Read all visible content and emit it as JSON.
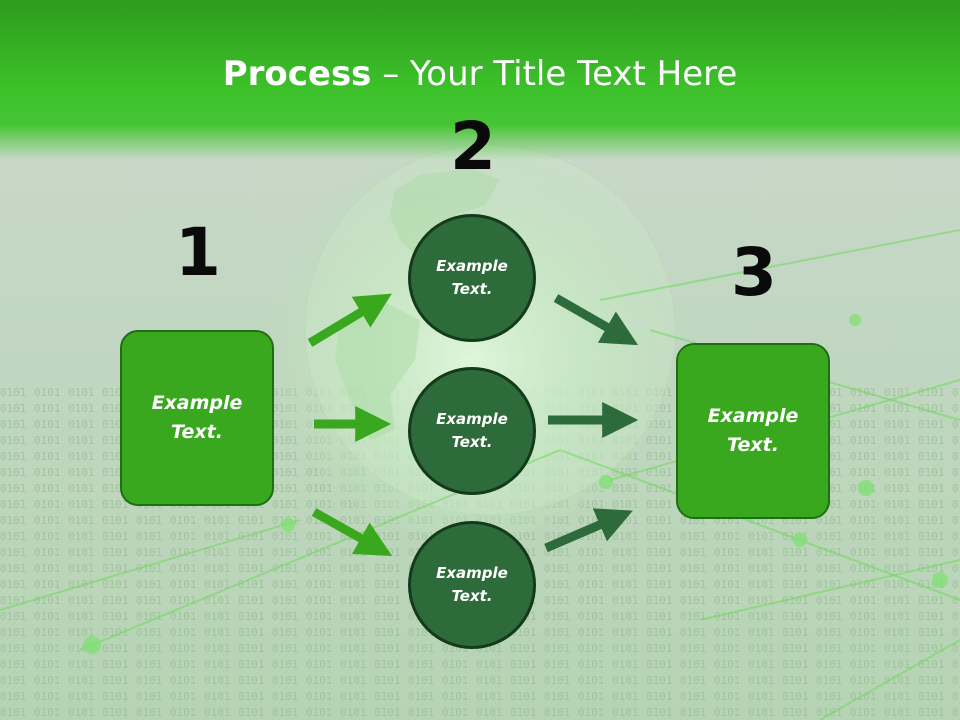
{
  "title": {
    "bold": "Process",
    "rest": " – Your Title Text Here"
  },
  "steps": [
    {
      "number": "1",
      "label": "Example\nText."
    },
    {
      "number": "2",
      "label": "Example\nText."
    },
    {
      "number": "3",
      "label": "Example\nText."
    }
  ],
  "circles": [
    {
      "label": "Example\nText."
    },
    {
      "label": "Example\nText."
    },
    {
      "label": "Example\nText."
    }
  ],
  "colors": {
    "title_band": "#3cc12a",
    "box_fill": "#3aa81f",
    "circle_fill": "#2e6b3a",
    "arrow_light": "#3aa81f",
    "arrow_dark": "#2e6b3a"
  }
}
